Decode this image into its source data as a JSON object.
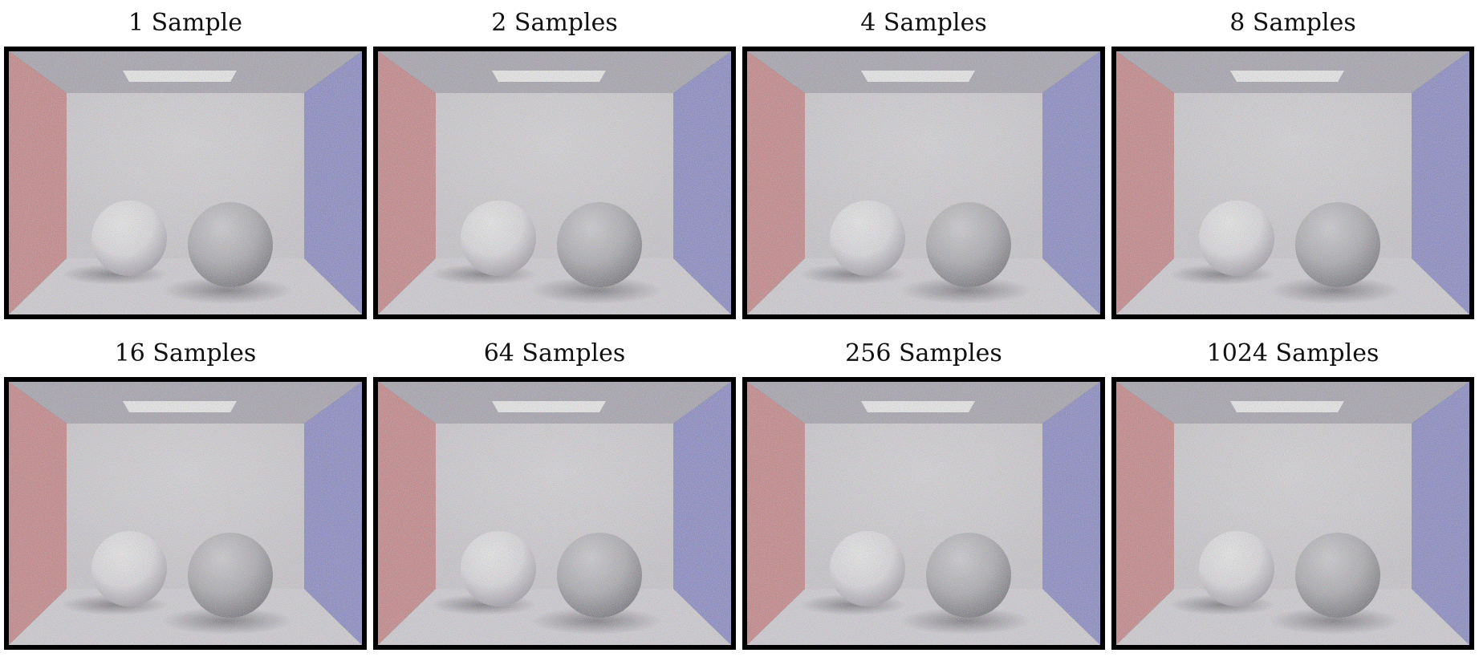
{
  "figure": {
    "panels": [
      {
        "label": "1 Sample",
        "samples": 1
      },
      {
        "label": "2 Samples",
        "samples": 2
      },
      {
        "label": "4 Samples",
        "samples": 4
      },
      {
        "label": "8 Samples",
        "samples": 8
      },
      {
        "label": "16 Samples",
        "samples": 16
      },
      {
        "label": "64 Samples",
        "samples": 64
      },
      {
        "label": "256 Samples",
        "samples": 256
      },
      {
        "label": "1024 Samples",
        "samples": 1024
      }
    ]
  },
  "colors": {
    "frame": "#000000",
    "left_wall": "#c96a6e",
    "right_wall": "#7070c8",
    "back_wall": "#cfcbd2",
    "ceiling": "#9c98a6",
    "floor": "#d8d4dc",
    "light": "#ffffff",
    "sphere_left": "#e9e6ec",
    "sphere_right": "#a3a1a8"
  }
}
